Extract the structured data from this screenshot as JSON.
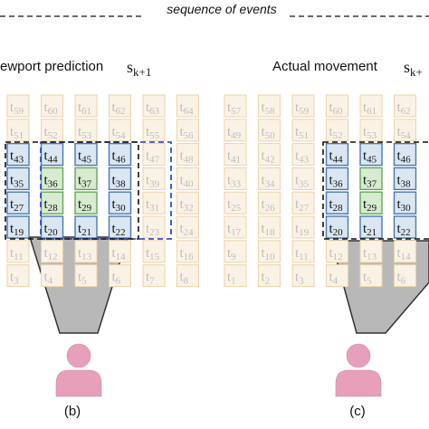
{
  "header": {
    "sequence_label": "sequence of events"
  },
  "left_panel": {
    "title": "ewport prediction",
    "state_label": "s",
    "state_sub": "k+1",
    "caption": "(b)"
  },
  "right_panel": {
    "title": "Actual movement",
    "state_label": "s",
    "state_sub": "k+",
    "caption": "(c)"
  },
  "left_grid": [
    [
      "t59",
      "t60",
      "t61",
      "t62",
      "t63",
      "t64"
    ],
    [
      "t51",
      "t52",
      "t53",
      "t54",
      "t55",
      "t56"
    ],
    [
      "t43",
      "t44",
      "t45",
      "t46",
      "t47",
      "t48"
    ],
    [
      "t35",
      "t36",
      "t37",
      "t38",
      "t39",
      "t40"
    ],
    [
      "t27",
      "t28",
      "t29",
      "t30",
      "t31",
      "t32"
    ],
    [
      "t19",
      "t20",
      "t21",
      "t22",
      "t23",
      "t24"
    ],
    [
      "t11",
      "t12",
      "t13",
      "t14",
      "t15",
      "t16"
    ],
    [
      "t3",
      "t4",
      "t5",
      "t6",
      "t7",
      "t8"
    ]
  ],
  "right_grid": [
    [
      "t57",
      "t58",
      "t59",
      "t60",
      "t61",
      "t62"
    ],
    [
      "t49",
      "t50",
      "t51",
      "t52",
      "t53",
      "t54"
    ],
    [
      "t41",
      "t42",
      "t43",
      "t44",
      "t45",
      "t46"
    ],
    [
      "t33",
      "t34",
      "t35",
      "t36",
      "t37",
      "t38"
    ],
    [
      "t25",
      "t26",
      "t27",
      "t28",
      "t29",
      "t30"
    ],
    [
      "t17",
      "t18",
      "t19",
      "t20",
      "t21",
      "t22"
    ],
    [
      "t9",
      "t10",
      "t11",
      "t12",
      "t13",
      "t14"
    ],
    [
      "t1",
      "t2",
      "t3",
      "t4",
      "t5",
      "t6"
    ]
  ],
  "left_blue": [
    [
      2,
      0
    ],
    [
      3,
      0
    ],
    [
      4,
      0
    ],
    [
      5,
      0
    ],
    [
      2,
      1
    ],
    [
      5,
      1
    ],
    [
      2,
      2
    ],
    [
      5,
      2
    ],
    [
      2,
      3
    ],
    [
      3,
      3
    ],
    [
      4,
      3
    ],
    [
      5,
      3
    ]
  ],
  "left_green": [
    [
      3,
      1
    ],
    [
      3,
      2
    ],
    [
      4,
      1
    ],
    [
      4,
      2
    ]
  ],
  "right_blue": [
    [
      2,
      3
    ],
    [
      2,
      4
    ],
    [
      2,
      5
    ],
    [
      3,
      3
    ],
    [
      4,
      3
    ],
    [
      5,
      3
    ],
    [
      5,
      4
    ],
    [
      5,
      5
    ],
    [
      3,
      5
    ],
    [
      4,
      5
    ]
  ],
  "right_green": [
    [
      3,
      4
    ],
    [
      4,
      4
    ]
  ],
  "colors": {
    "tile_fill": "#fbf2e6",
    "tile_border": "#ecd3a8",
    "tile_text": "#bdbdbd",
    "blue_fill": "#dbe6f3",
    "blue_border": "#4a78ad",
    "green_fill": "#d6ebcf",
    "green_border": "#6aa55c",
    "active_text": "#111111",
    "dash_black": "#111111",
    "dash_blue": "#2233cc",
    "person": "#e7a0bc"
  }
}
